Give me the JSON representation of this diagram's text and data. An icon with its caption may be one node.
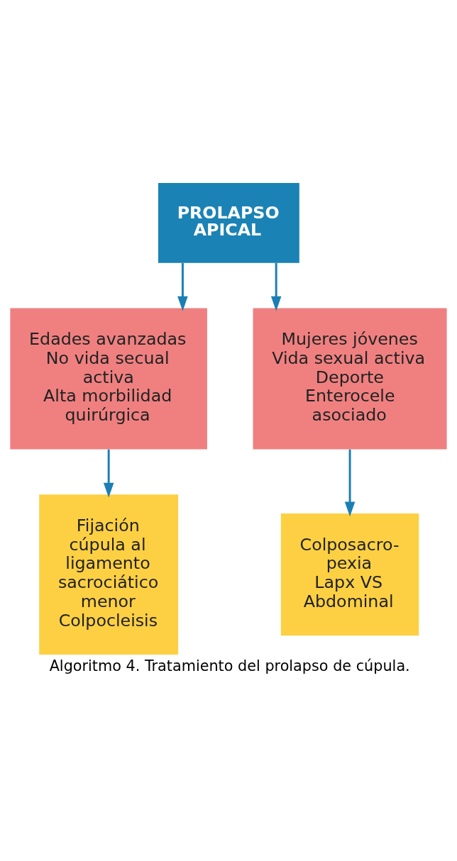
{
  "diagram": {
    "caption": "Algoritmo 4. Tratamiento del prolapso de cúpula.",
    "nodes": [
      {
        "text": [
          "PROLAPSO APICAL"
        ]
      },
      {
        "text": [
          "Edades avanzadas",
          "No vida secual activa",
          "Alta morbilidad quirúrgica"
        ]
      },
      {
        "text": [
          "Mujeres jóvenes",
          "Vida sexual activa",
          "Deporte",
          "Enterocele asociado"
        ]
      },
      {
        "text": [
          "Fijación cúpula al ligamento sacrociático menor",
          "Colpocleisis"
        ]
      },
      {
        "text": [
          "Colposacro-pexia",
          "Lapx VS Abdominal"
        ]
      }
    ],
    "edges": [
      {
        "from": 0,
        "to": 1,
        "arrow": "to"
      },
      {
        "from": 0,
        "to": 2,
        "arrow": "to"
      },
      {
        "from": 1,
        "to": 3,
        "arrow": "to"
      },
      {
        "from": 2,
        "to": 4,
        "arrow": "to"
      }
    ]
  }
}
